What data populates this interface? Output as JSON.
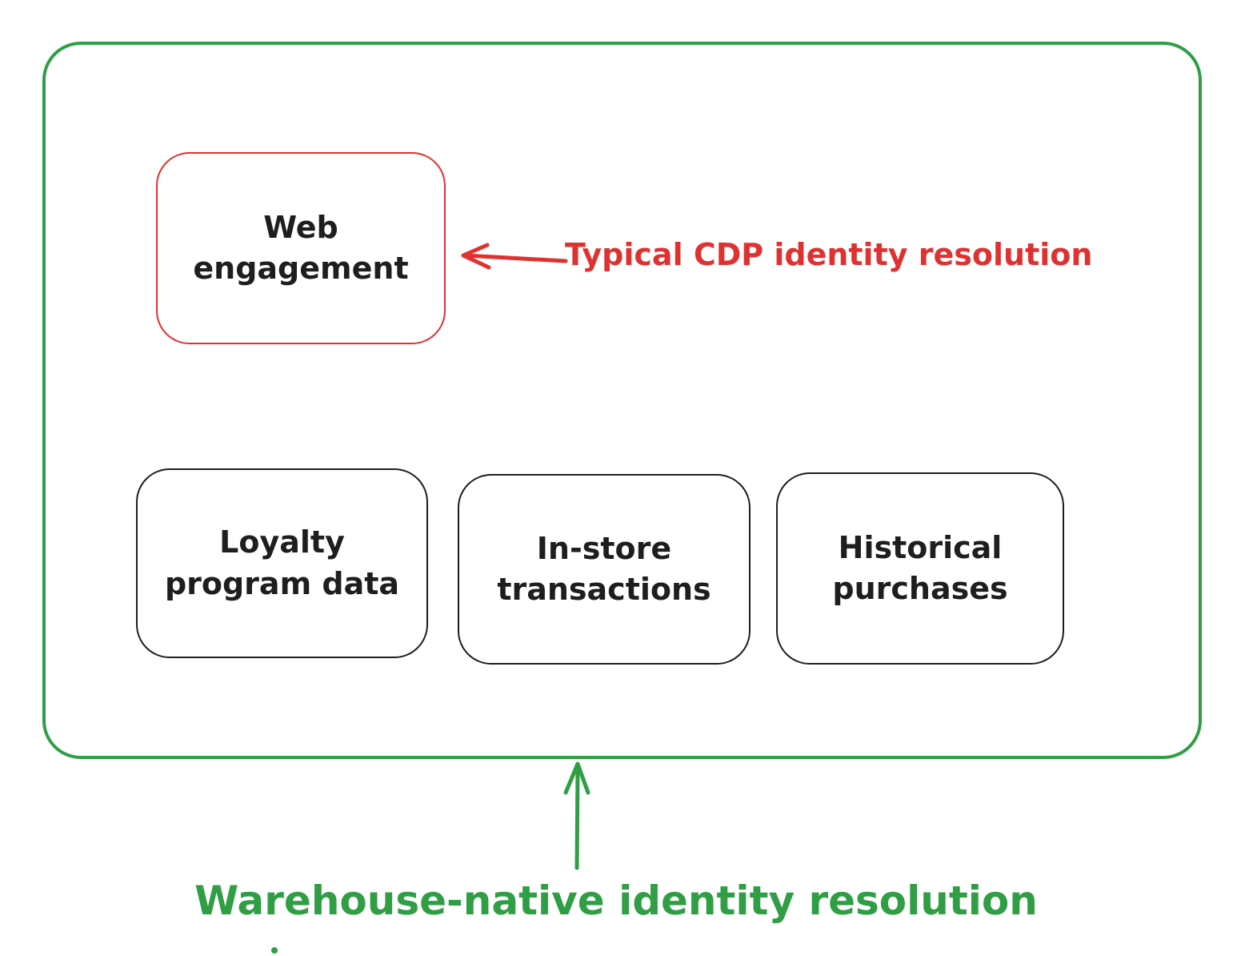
{
  "colors": {
    "green": "#2f9e44",
    "red": "#e03131",
    "ink": "#1e1e1e"
  },
  "nodes": {
    "web_engagement": {
      "label": "Web\nengagement"
    },
    "loyalty": {
      "label": "Loyalty\nprogram data"
    },
    "in_store": {
      "label": "In-store\ntransactions"
    },
    "historical": {
      "label": "Historical\npurchases"
    }
  },
  "annotations": {
    "cdp": {
      "label": "Typical CDP identity resolution",
      "color": "#e03131",
      "arrow_direction": "left"
    },
    "warehouse": {
      "label": "Warehouse-native identity resolution",
      "color": "#2f9e44",
      "arrow_direction": "up"
    }
  }
}
